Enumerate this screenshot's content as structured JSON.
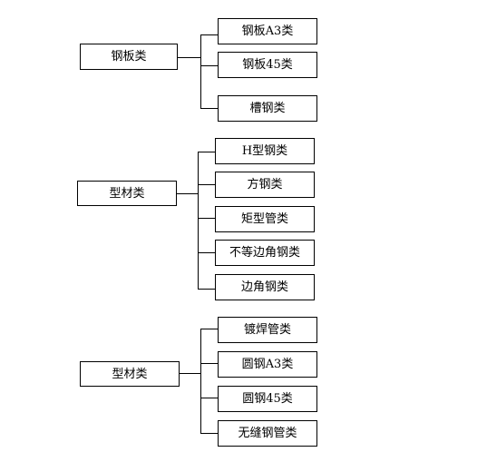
{
  "groups": [
    {
      "parent": "钢板类",
      "children": [
        "钢板A3类",
        "钢板45类",
        "槽钢类"
      ]
    },
    {
      "parent": "型材类",
      "children": [
        "H型钢类",
        "方钢类",
        "矩型管类",
        "不等边角钢类",
        "边角钢类"
      ]
    },
    {
      "parent": "型材类",
      "children": [
        "镀焊管类",
        "圆钢A3类",
        "圆钢45类",
        "无缝钢管类"
      ]
    }
  ]
}
